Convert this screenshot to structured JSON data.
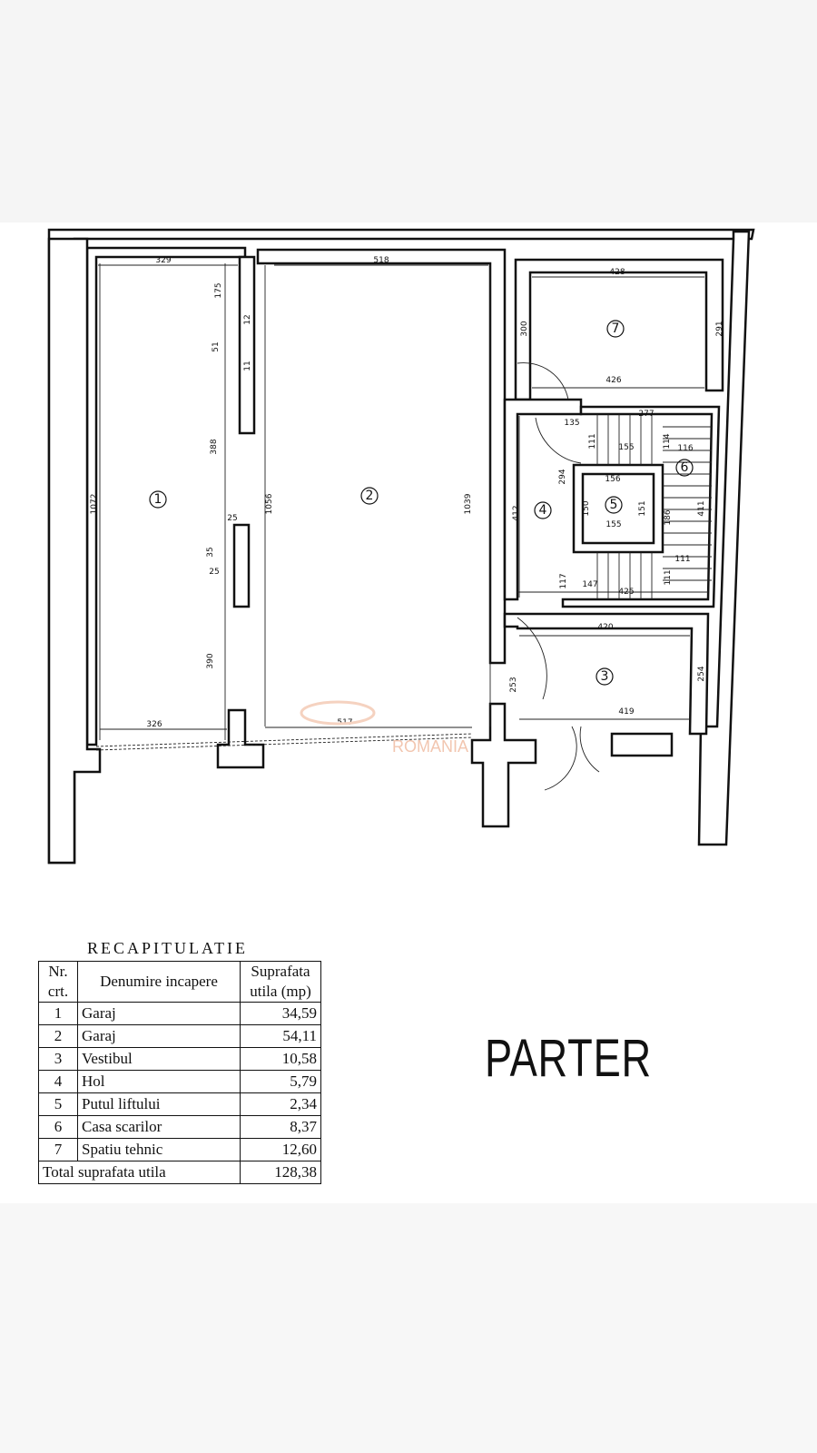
{
  "plan": {
    "title": "PARTER",
    "watermark": "ROMANIA",
    "rooms": [
      "1",
      "2",
      "3",
      "4",
      "5",
      "6",
      "7"
    ],
    "dimensions": [
      "329",
      "518",
      "428",
      "175",
      "12",
      "51",
      "11",
      "388",
      "1072",
      "1056",
      "1039",
      "300",
      "291",
      "426",
      "135",
      "277",
      "111",
      "155",
      "114",
      "116",
      "294",
      "156",
      "150",
      "151",
      "155",
      "186",
      "411",
      "412",
      "111",
      "117",
      "147",
      "425",
      "111",
      "420",
      "254",
      "253",
      "419",
      "326",
      "517",
      "25",
      "35",
      "25",
      "390"
    ]
  },
  "recap": {
    "title": "RECAPITULATIE",
    "headers": {
      "nr": "Nr. crt.",
      "name": "Denumire incapere",
      "area": "Suprafata utila (mp)"
    },
    "rows": [
      {
        "nr": "1",
        "name": "Garaj",
        "area": "34,59"
      },
      {
        "nr": "2",
        "name": "Garaj",
        "area": "54,11"
      },
      {
        "nr": "3",
        "name": "Vestibul",
        "area": "10,58"
      },
      {
        "nr": "4",
        "name": "Hol",
        "area": "5,79"
      },
      {
        "nr": "5",
        "name": "Putul liftului",
        "area": "2,34"
      },
      {
        "nr": "6",
        "name": "Casa scarilor",
        "area": "8,37"
      },
      {
        "nr": "7",
        "name": "Spatiu tehnic",
        "area": "12,60"
      }
    ],
    "total_label": "Total suprafata utila",
    "total_value": "128,38"
  }
}
